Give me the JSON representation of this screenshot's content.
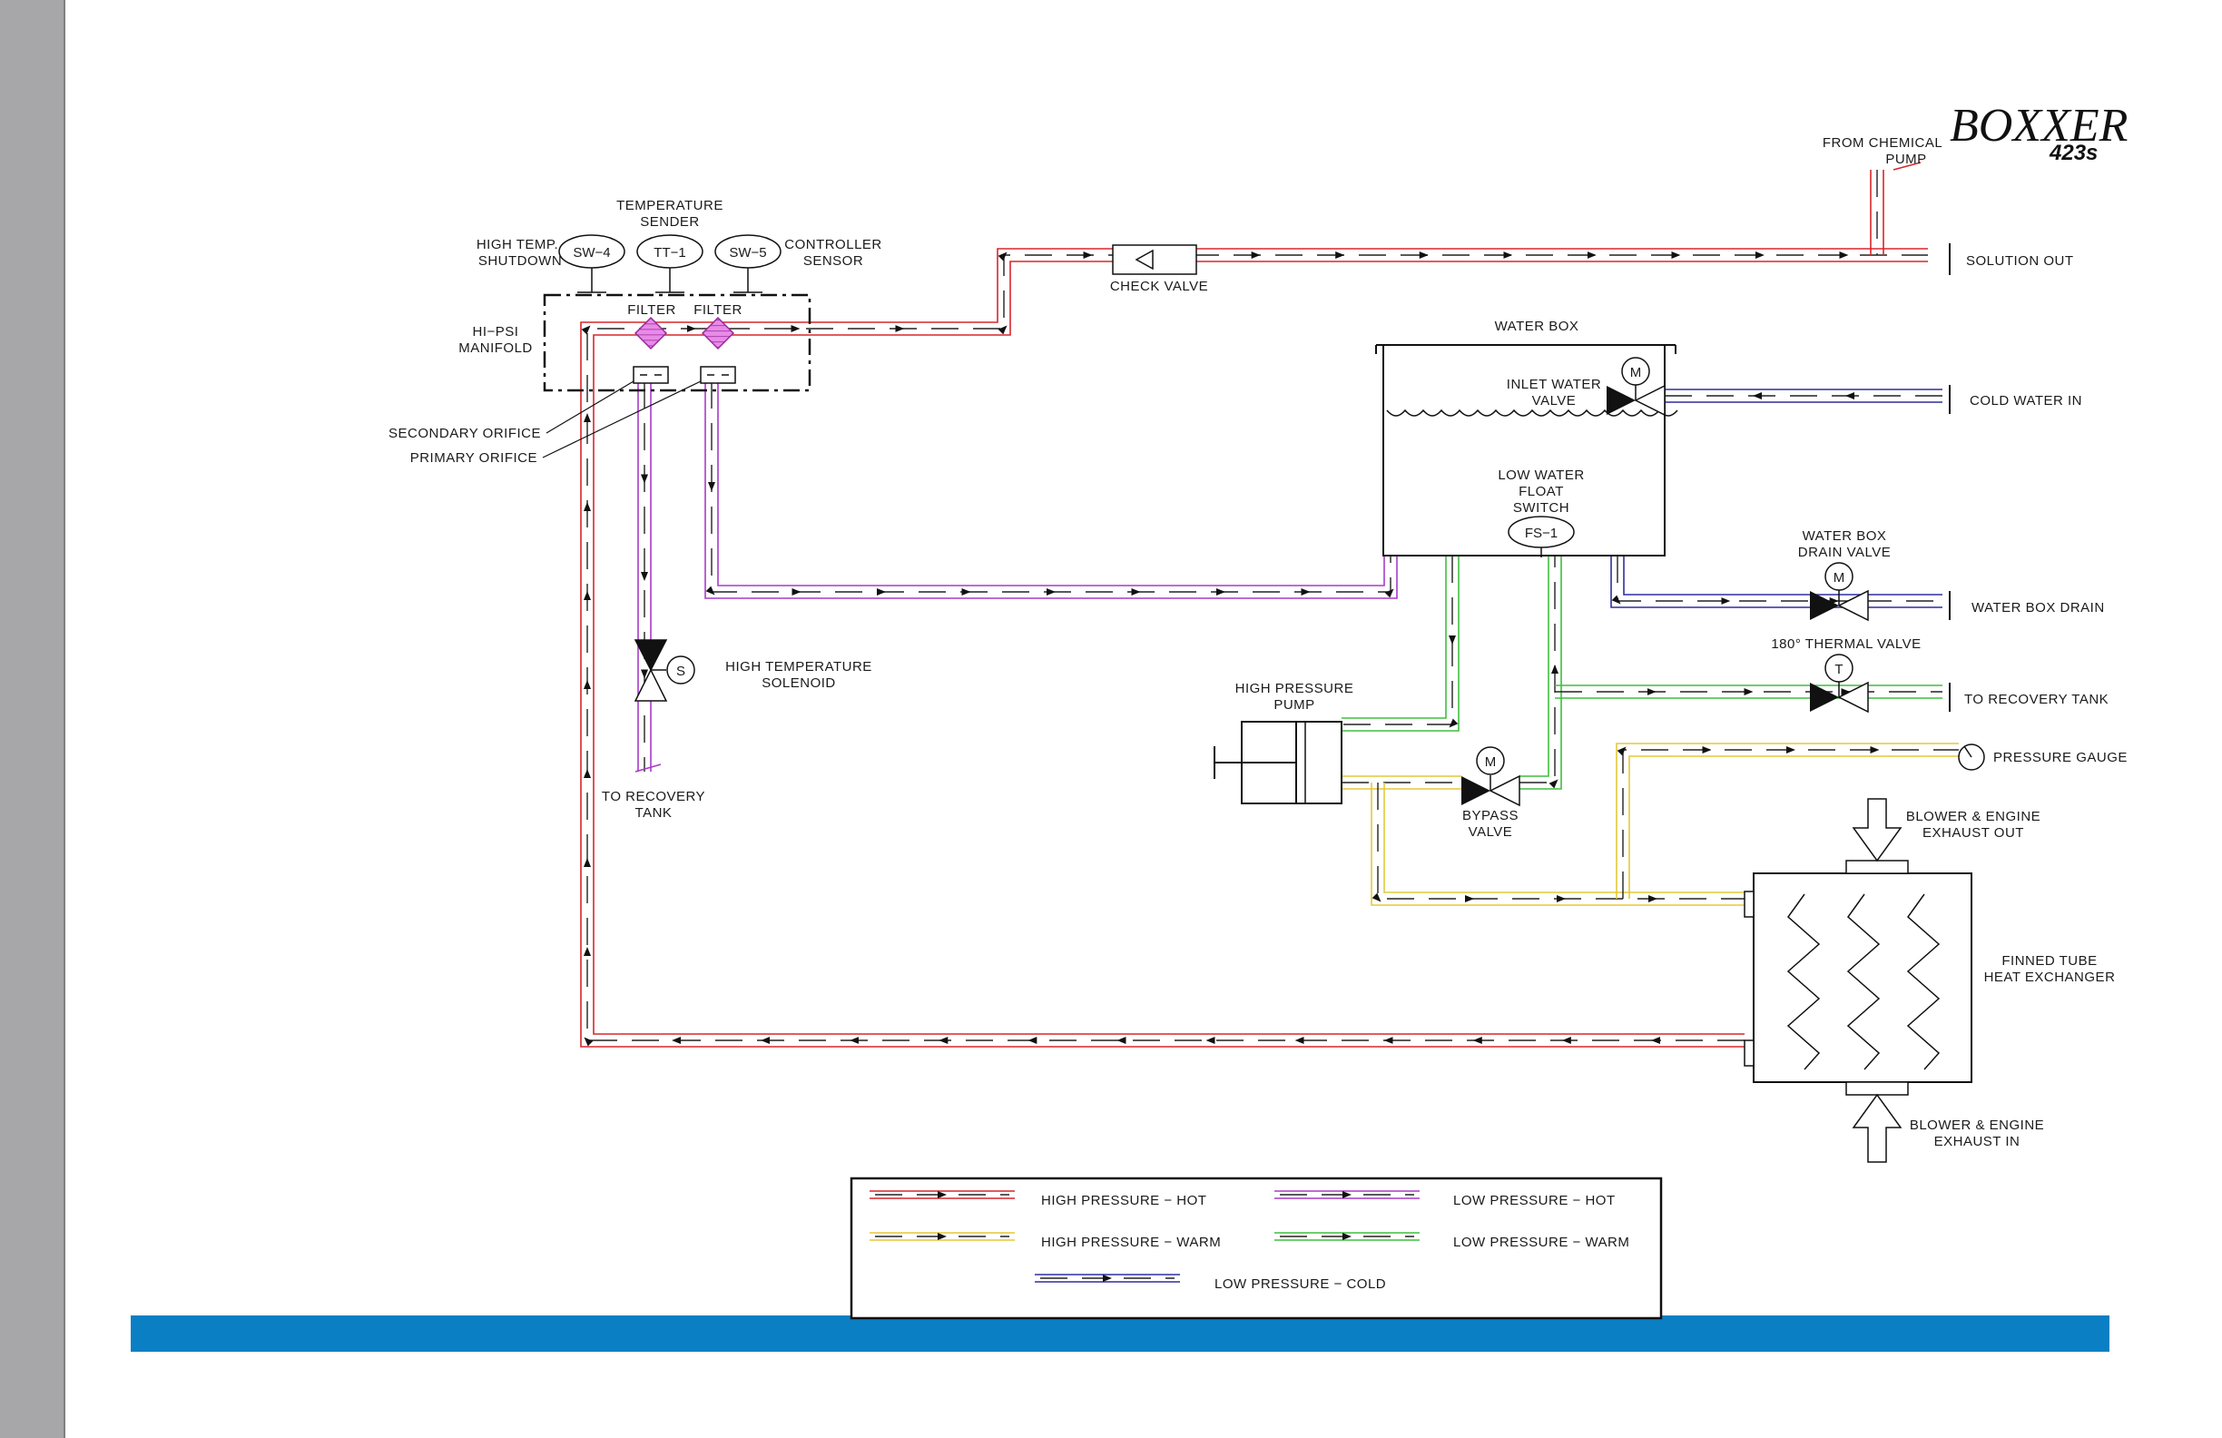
{
  "logo": {
    "main": "BOXXER",
    "model": "423s"
  },
  "labels": {
    "temperature_sender": [
      "TEMPERATURE",
      "SENDER"
    ],
    "high_temp_shutdown": [
      "HIGH TEMP.",
      "SHUTDOWN"
    ],
    "controller_sensor": [
      "CONTROLLER",
      "SENSOR"
    ],
    "sw4": "SW−4",
    "tt1": "TT−1",
    "sw5": "SW−5",
    "hi_psi_manifold": [
      "HI−PSI",
      "MANIFOLD"
    ],
    "filter_1": "FILTER",
    "filter_2": "FILTER",
    "secondary_orifice": "SECONDARY ORIFICE",
    "primary_orifice": "PRIMARY ORIFICE",
    "check_valve": "CHECK VALVE",
    "from_chemical_pump": [
      "FROM CHEMICAL",
      "PUMP"
    ],
    "solution_out": "SOLUTION OUT",
    "water_box": "WATER BOX",
    "inlet_water_valve": [
      "INLET WATER",
      "VALVE"
    ],
    "cold_water_in": "COLD WATER IN",
    "low_water_float_switch": [
      "LOW WATER",
      "FLOAT",
      "SWITCH"
    ],
    "fs1": "FS−1",
    "water_box_drain_valve": [
      "WATER BOX",
      "DRAIN VALVE"
    ],
    "water_box_drain": "WATER BOX DRAIN",
    "thermal_valve": "180° THERMAL VALVE",
    "to_recovery_tank_right": "TO RECOVERY TANK",
    "high_temperature_solenoid": [
      "HIGH TEMPERATURE",
      "SOLENOID"
    ],
    "to_recovery_tank_left": [
      "TO RECOVERY",
      "TANK"
    ],
    "high_pressure_pump": [
      "HIGH PRESSURE",
      "PUMP"
    ],
    "bypass_valve": [
      "BYPASS",
      "VALVE"
    ],
    "pressure_gauge": "PRESSURE GAUGE",
    "blower_exhaust_out": [
      "BLOWER & ENGINE",
      "EXHAUST OUT"
    ],
    "finned_tube": [
      "FINNED TUBE",
      "HEAT EXCHANGER"
    ],
    "blower_exhaust_in": [
      "BLOWER & ENGINE",
      "EXHAUST IN"
    ],
    "valve_m1": "M",
    "valve_m2": "M",
    "valve_m3": "M",
    "valve_t": "T",
    "valve_s": "S"
  },
  "legend": [
    {
      "label": "HIGH PRESSURE − HOT",
      "color": "#d9262b"
    },
    {
      "label": "LOW PRESSURE − HOT",
      "color": "#a83bc7"
    },
    {
      "label": "HIGH PRESSURE − WARM",
      "color": "#e3c93a"
    },
    {
      "label": "LOW PRESSURE − WARM",
      "color": "#3fbf3f"
    },
    {
      "label": "LOW PRESSURE − COLD",
      "color": "#2f2f9e"
    }
  ],
  "colors": {
    "hp_hot": "#d9262b",
    "lp_hot": "#a83bc7",
    "hp_warm": "#e3c93a",
    "lp_warm": "#3fbf3f",
    "lp_cold": "#2f2f9e",
    "sidebar": "#a7a7aa",
    "bottom_bar": "#0a7fc4",
    "filter": "#d96ad9"
  }
}
